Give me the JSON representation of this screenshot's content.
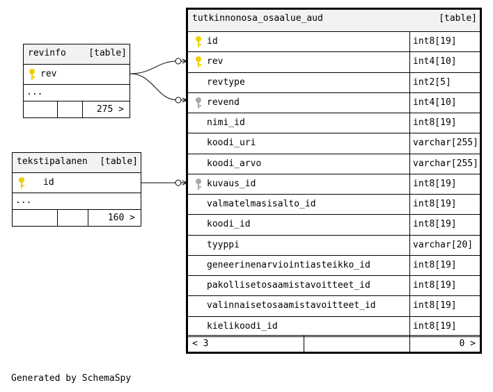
{
  "main_table": {
    "name": "tutkinnonosa_osaalue_aud",
    "kind": "[table]",
    "columns": [
      {
        "name": "id",
        "type": "int8[19]",
        "key": "primary"
      },
      {
        "name": "rev",
        "type": "int4[10]",
        "key": "primary"
      },
      {
        "name": "revtype",
        "type": "int2[5]",
        "key": "none"
      },
      {
        "name": "revend",
        "type": "int4[10]",
        "key": "foreign"
      },
      {
        "name": "nimi_id",
        "type": "int8[19]",
        "key": "none"
      },
      {
        "name": "koodi_uri",
        "type": "varchar[255]",
        "key": "none"
      },
      {
        "name": "koodi_arvo",
        "type": "varchar[255]",
        "key": "none"
      },
      {
        "name": "kuvaus_id",
        "type": "int8[19]",
        "key": "foreign"
      },
      {
        "name": "valmatelmasisalto_id",
        "type": "int8[19]",
        "key": "none"
      },
      {
        "name": "koodi_id",
        "type": "int8[19]",
        "key": "none"
      },
      {
        "name": "tyyppi",
        "type": "varchar[20]",
        "key": "none"
      },
      {
        "name": "geneerinenarviointiasteikko_id",
        "type": "int8[19]",
        "key": "none"
      },
      {
        "name": "pakollisetosaamistavoitteet_id",
        "type": "int8[19]",
        "key": "none"
      },
      {
        "name": "valinnaisetosaamistavoitteet_id",
        "type": "int8[19]",
        "key": "none"
      },
      {
        "name": "kielikoodi_id",
        "type": "int8[19]",
        "key": "none"
      }
    ],
    "footer_left": "< 3",
    "footer_right": "0 >"
  },
  "revinfo_table": {
    "name": "revinfo",
    "kind": "[table]",
    "columns": [
      {
        "name": "rev",
        "key": "primary"
      }
    ],
    "ellipsis": "...",
    "footer_count": "275 >"
  },
  "tekstipalanen_table": {
    "name": "tekstipalanen",
    "kind": "[table]",
    "columns": [
      {
        "name": "id",
        "key": "primary"
      }
    ],
    "ellipsis": "...",
    "footer_count": "160 >"
  },
  "footer_text": "Generated by SchemaSpy",
  "colors": {
    "primary_key": "#f0d000",
    "foreign_key": "#a8a8a8",
    "header_bg": "#f2f2f2"
  }
}
